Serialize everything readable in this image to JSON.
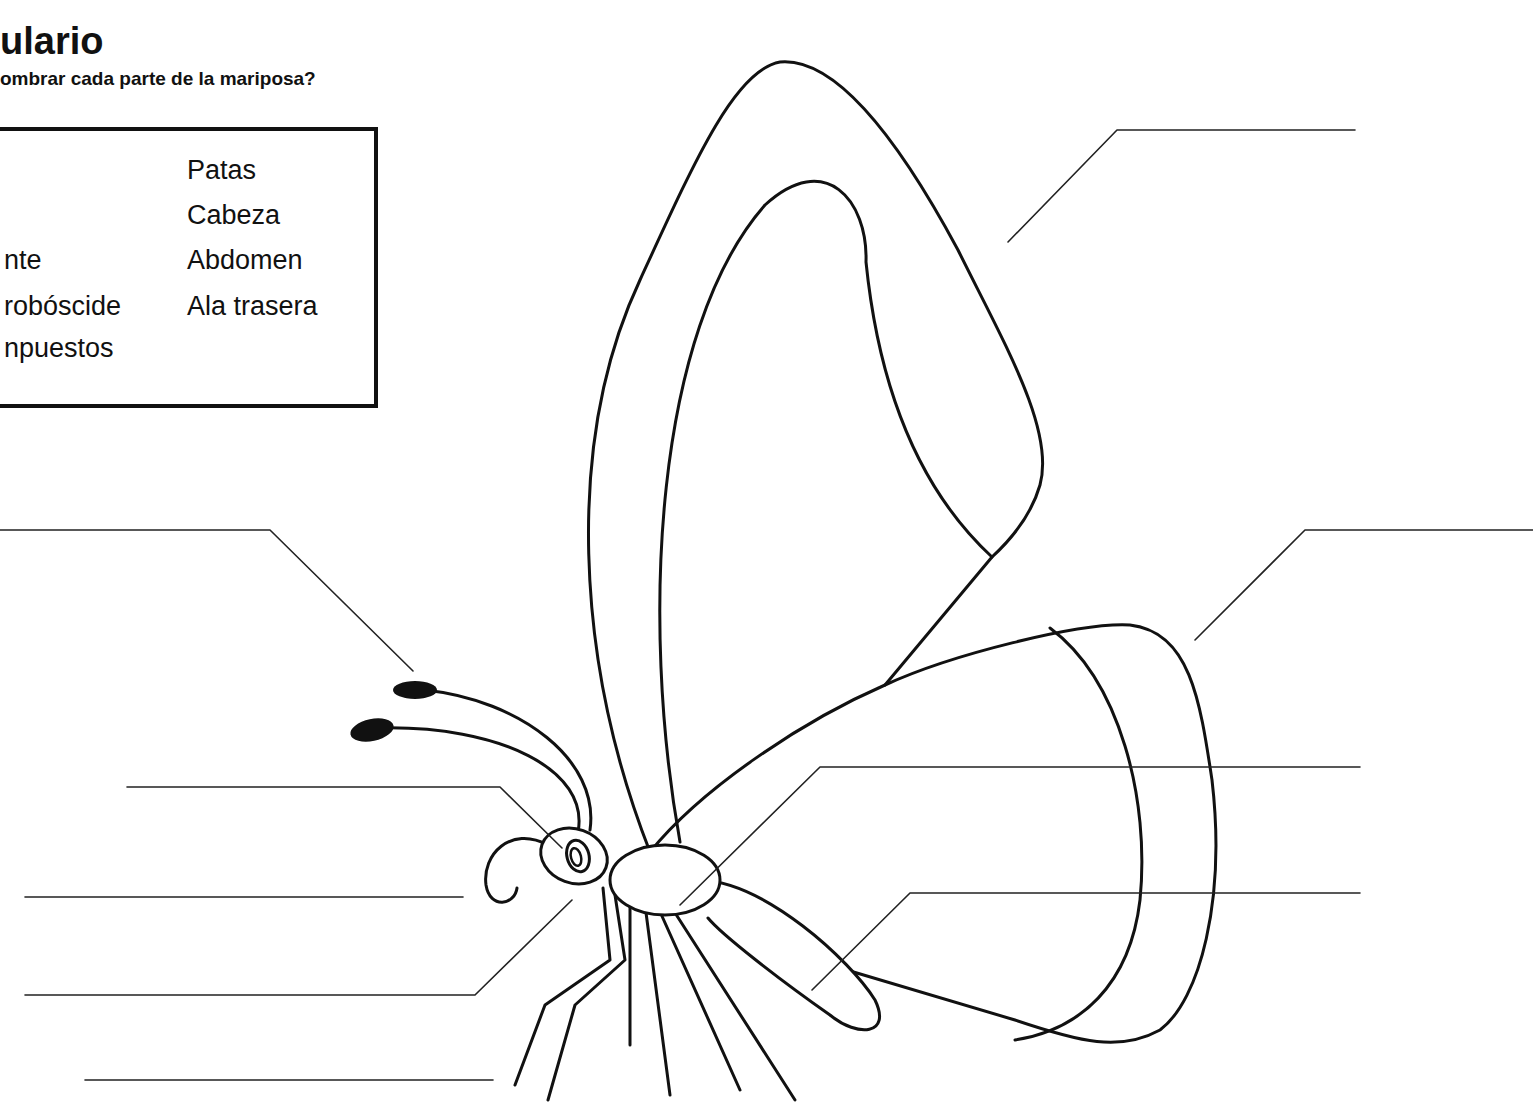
{
  "diagram": {
    "title": "ulario",
    "nodes": [
      {
        "text": [
          "nte",
          "robóscide",
          "npuestos",
          "Patas",
          "Cabeza",
          "Abdomen",
          "Ala trasera"
        ]
      }
    ],
    "labels": [
      "ombrar cada parte de la mariposa?"
    ]
  }
}
